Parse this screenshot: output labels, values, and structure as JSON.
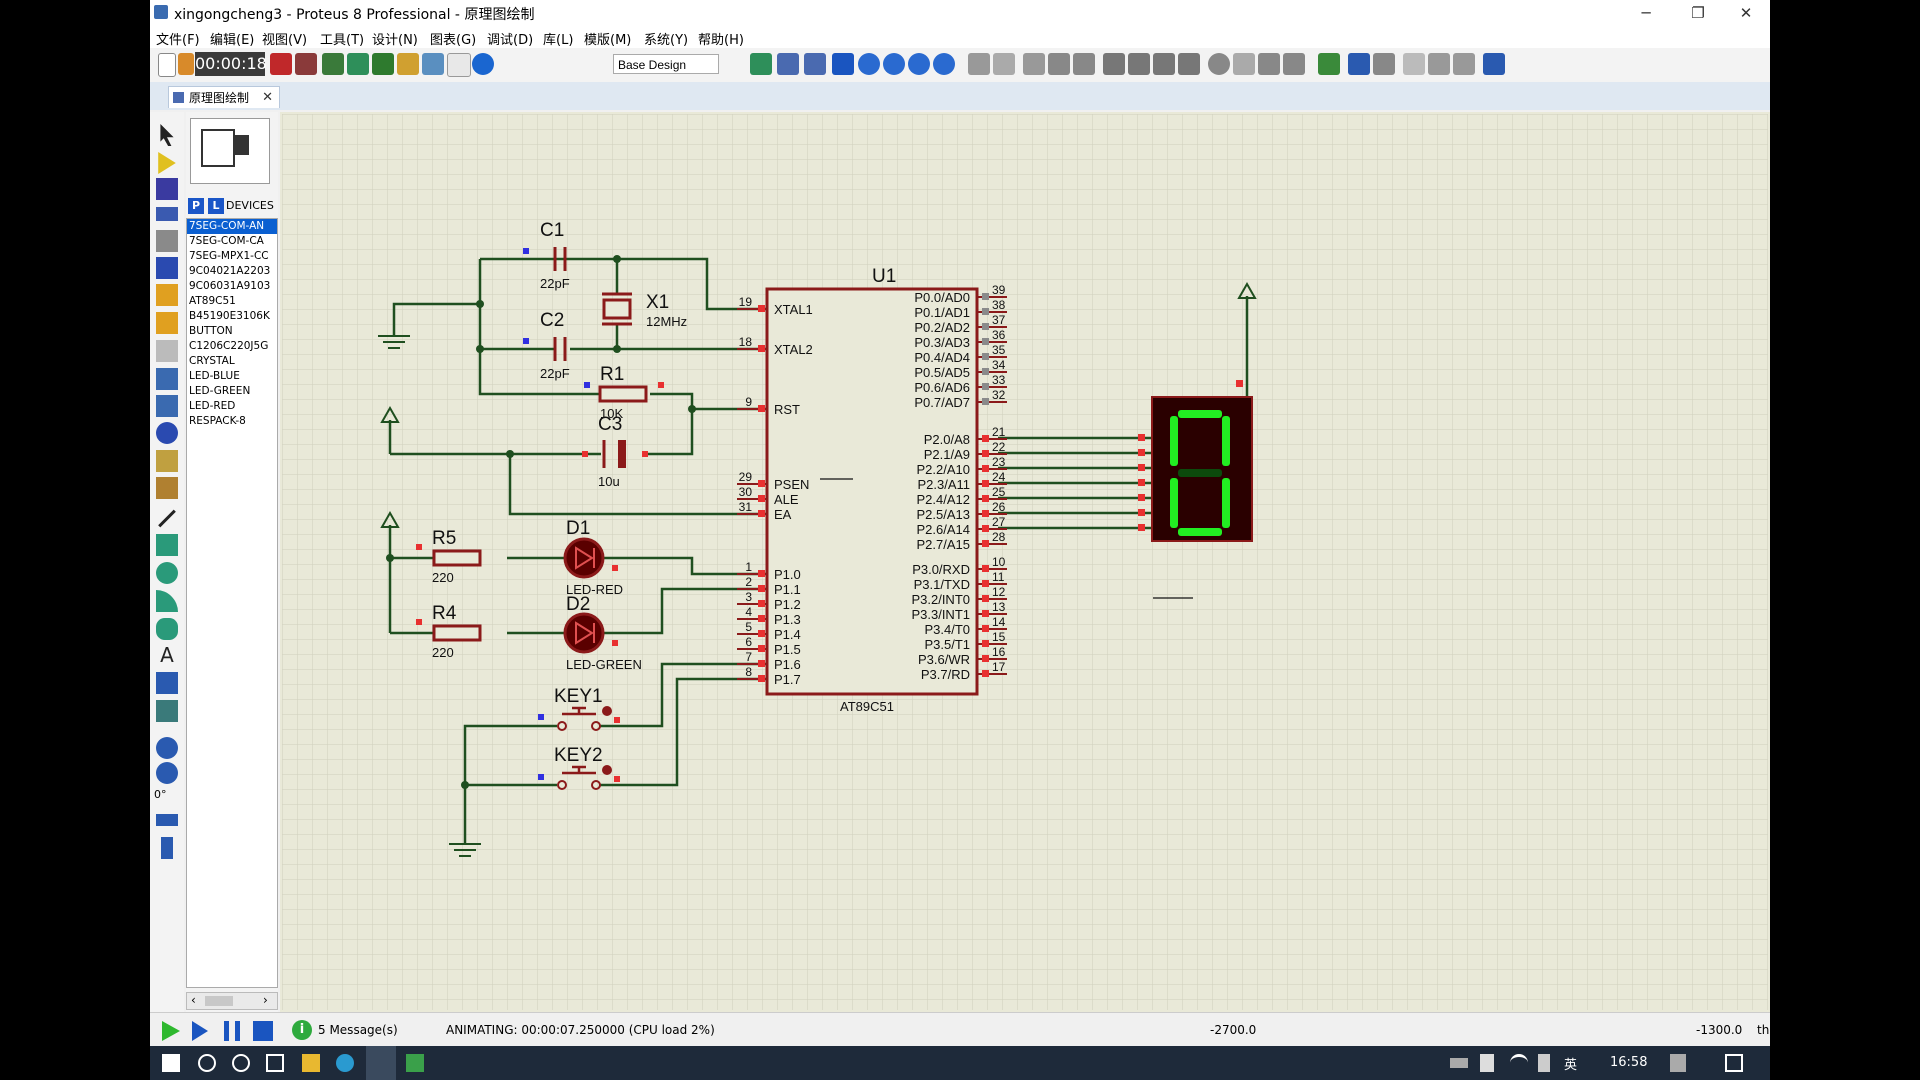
{
  "window": {
    "title": "xingongcheng3 - Proteus 8 Professional - 原理图绘制",
    "minimize": "─",
    "restore": "❐",
    "close": "✕"
  },
  "menu": [
    "文件(F)",
    "编辑(E)",
    "视图(V)",
    "工具(T)",
    "设计(N)",
    "图表(G)",
    "调试(D)",
    "库(L)",
    "模版(M)",
    "系统(Y)",
    "帮助(H)"
  ],
  "toolbar": {
    "timer": "00:00:18",
    "design_select": "Base Design"
  },
  "tab": {
    "label": "原理图绘制",
    "close": "✕"
  },
  "devices": {
    "p_button": "P",
    "l_button": "L",
    "label": "DEVICES",
    "items": [
      "7SEG-COM-AN",
      "7SEG-COM-CA",
      "7SEG-MPX1-CC",
      "9C04021A2203",
      "9C06031A9103",
      "AT89C51",
      "B45190E3106K",
      "BUTTON",
      "C1206C220J5G",
      "CRYSTAL",
      "LED-BLUE",
      "LED-GREEN",
      "LED-RED",
      "RESPACK-8"
    ],
    "selected_index": 0
  },
  "left_panel": {
    "rotation": "0°"
  },
  "schematic": {
    "u1_ref": "U1",
    "u1_part": "AT89C51",
    "left_pins": [
      {
        "num": "19",
        "name": "XTAL1"
      },
      {
        "num": "18",
        "name": "XTAL2"
      },
      {
        "num": "9",
        "name": "RST"
      },
      {
        "num": "29",
        "name": "PSEN"
      },
      {
        "num": "30",
        "name": "ALE"
      },
      {
        "num": "31",
        "name": "EA"
      },
      {
        "num": "1",
        "name": "P1.0"
      },
      {
        "num": "2",
        "name": "P1.1"
      },
      {
        "num": "3",
        "name": "P1.2"
      },
      {
        "num": "4",
        "name": "P1.3"
      },
      {
        "num": "5",
        "name": "P1.4"
      },
      {
        "num": "6",
        "name": "P1.5"
      },
      {
        "num": "7",
        "name": "P1.6"
      },
      {
        "num": "8",
        "name": "P1.7"
      }
    ],
    "right_pins": [
      {
        "num": "39",
        "name": "P0.0/AD0"
      },
      {
        "num": "38",
        "name": "P0.1/AD1"
      },
      {
        "num": "37",
        "name": "P0.2/AD2"
      },
      {
        "num": "36",
        "name": "P0.3/AD3"
      },
      {
        "num": "35",
        "name": "P0.4/AD4"
      },
      {
        "num": "34",
        "name": "P0.5/AD5"
      },
      {
        "num": "33",
        "name": "P0.6/AD6"
      },
      {
        "num": "32",
        "name": "P0.7/AD7"
      },
      {
        "num": "21",
        "name": "P2.0/A8"
      },
      {
        "num": "22",
        "name": "P2.1/A9"
      },
      {
        "num": "23",
        "name": "P2.2/A10"
      },
      {
        "num": "24",
        "name": "P2.3/A11"
      },
      {
        "num": "25",
        "name": "P2.4/A12"
      },
      {
        "num": "26",
        "name": "P2.5/A13"
      },
      {
        "num": "27",
        "name": "P2.6/A14"
      },
      {
        "num": "28",
        "name": "P2.7/A15"
      },
      {
        "num": "10",
        "name": "P3.0/RXD"
      },
      {
        "num": "11",
        "name": "P3.1/TXD"
      },
      {
        "num": "12",
        "name": "P3.2/INT0"
      },
      {
        "num": "13",
        "name": "P3.3/INT1"
      },
      {
        "num": "14",
        "name": "P3.4/T0"
      },
      {
        "num": "15",
        "name": "P3.5/T1"
      },
      {
        "num": "16",
        "name": "P3.6/WR"
      },
      {
        "num": "17",
        "name": "P3.7/RD"
      }
    ],
    "c1": {
      "ref": "C1",
      "value": "22pF"
    },
    "c2": {
      "ref": "C2",
      "value": "22pF"
    },
    "c3": {
      "ref": "C3",
      "value": "10u"
    },
    "x1": {
      "ref": "X1",
      "value": "12MHz"
    },
    "r1": {
      "ref": "R1",
      "value": "10K"
    },
    "r5": {
      "ref": "R5",
      "value": "220"
    },
    "r4": {
      "ref": "R4",
      "value": "220"
    },
    "d1": {
      "ref": "D1",
      "value": "LED-RED"
    },
    "d2": {
      "ref": "D2",
      "value": "LED-GREEN"
    },
    "key1": {
      "ref": "KEY1"
    },
    "key2": {
      "ref": "KEY2"
    },
    "display_digit": "0",
    "colors": {
      "wire": "#1f4f1f",
      "body": "#8b1a1a",
      "pin_red": "#e83030",
      "pin_blue": "#3030e0",
      "display_bg": "#2a0000",
      "segment_on": "#22ee22",
      "segment_off": "#0c4a0c",
      "canvas": "#e9e9d8",
      "grid": "#cfcfbd"
    }
  },
  "status": {
    "messages": "5 Message(s)",
    "animating": "ANIMATING: 00:00:07.250000 (CPU load 2%)",
    "coord_x": "-2700.0",
    "coord_y": "-1300.0",
    "units": "th"
  },
  "taskbar": {
    "time": "16:58",
    "lang": "英"
  }
}
